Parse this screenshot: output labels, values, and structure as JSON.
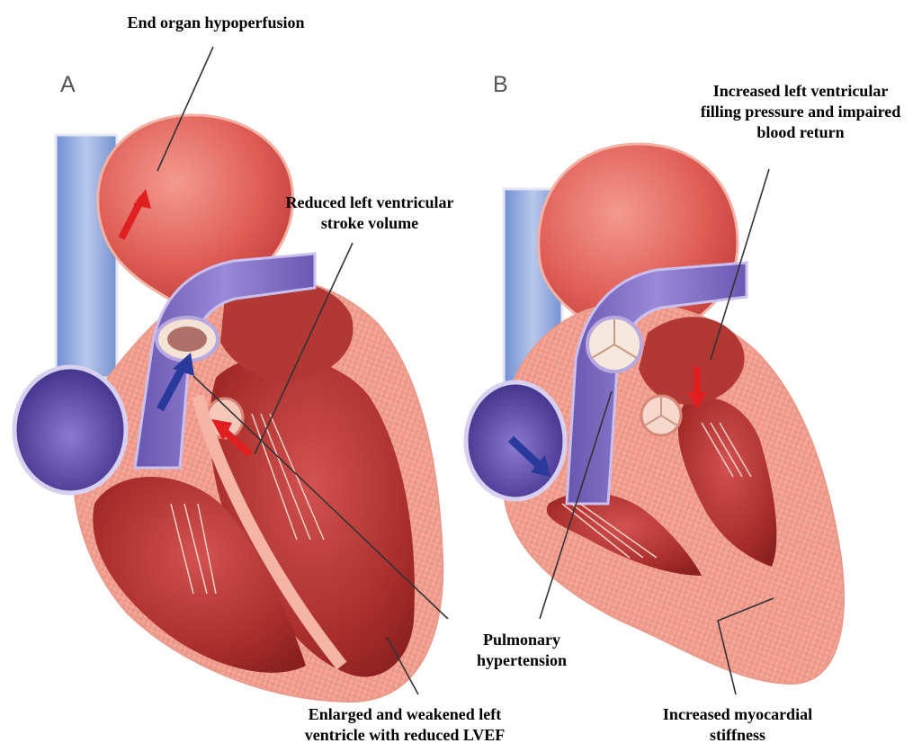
{
  "panels": {
    "a": {
      "letter": "A",
      "labels": {
        "end_organ": "End organ hypoperfusion",
        "stroke_volume_1": "Reduced left ventricular",
        "stroke_volume_2": "stroke volume",
        "enlarged_1": "Enlarged and weakened left",
        "enlarged_2": "ventricle with reduced LVEF"
      }
    },
    "b": {
      "letter": "B",
      "labels": {
        "filling_1": "Increased left ventricular",
        "filling_2": "filling pressure and impaired",
        "filling_3": "blood return",
        "myocardial_1": "Increased myocardial",
        "myocardial_2": "stiffness"
      }
    },
    "shared": {
      "pulmonary_1": "Pulmonary",
      "pulmonary_2": "hypertension"
    }
  },
  "colors": {
    "aorta": "#d9544f",
    "vena_cava": "#8ea8dc",
    "pulmonary_artery": "#8470c0",
    "right_atrium": "#6b5aa8",
    "myocardium": "#f2a090",
    "chamber": "#b83a36",
    "arrow_red": "#e02020",
    "arrow_blue": "#2a3a9a"
  },
  "icons": {
    "arrow_red": "red-flow-arrow",
    "arrow_blue": "blue-flow-arrow"
  }
}
